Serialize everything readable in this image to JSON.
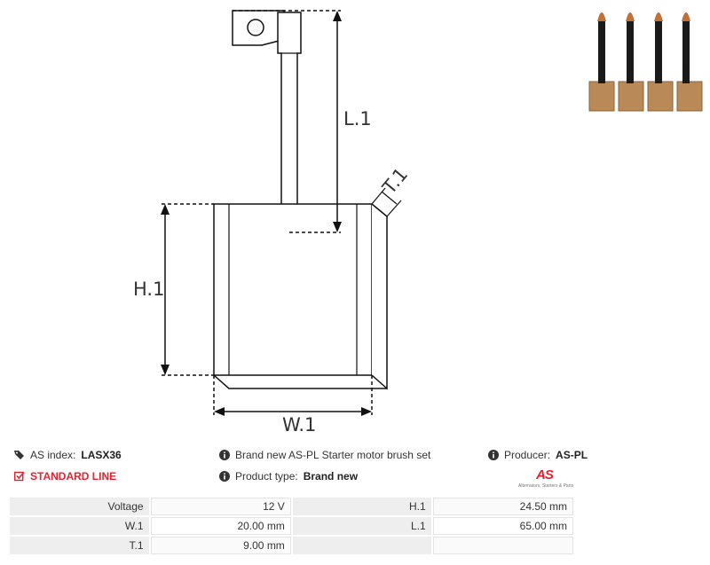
{
  "drawing": {
    "labels": {
      "l1": "L.1",
      "t1": "T.1",
      "h1": "H.1",
      "w1": "W.1"
    }
  },
  "info": {
    "as_index_label": "AS index:",
    "as_index_value": "LASX36",
    "standard_line": "STANDARD LINE",
    "description": "Brand new AS-PL Starter motor brush set",
    "product_type_label": "Product type:",
    "product_type_value": "Brand new",
    "producer_label": "Producer:",
    "producer_value": "AS-PL"
  },
  "brand_logo": {
    "mark": "AS",
    "tagline": "Alternators, Starters & Parts"
  },
  "specs": [
    {
      "k1": "Voltage",
      "v1": "12 V",
      "k2": "H.1",
      "v2": "24.50 mm"
    },
    {
      "k1": "W.1",
      "v1": "20.00 mm",
      "k2": "L.1",
      "v2": "65.00 mm"
    },
    {
      "k1": "T.1",
      "v1": "9.00 mm",
      "k2": "",
      "v2": ""
    }
  ],
  "colors": {
    "accent": "#e5212f",
    "brush_copper": "#b98a58"
  },
  "icons": [
    "tags-icon",
    "checkbox-icon",
    "info-icon"
  ]
}
